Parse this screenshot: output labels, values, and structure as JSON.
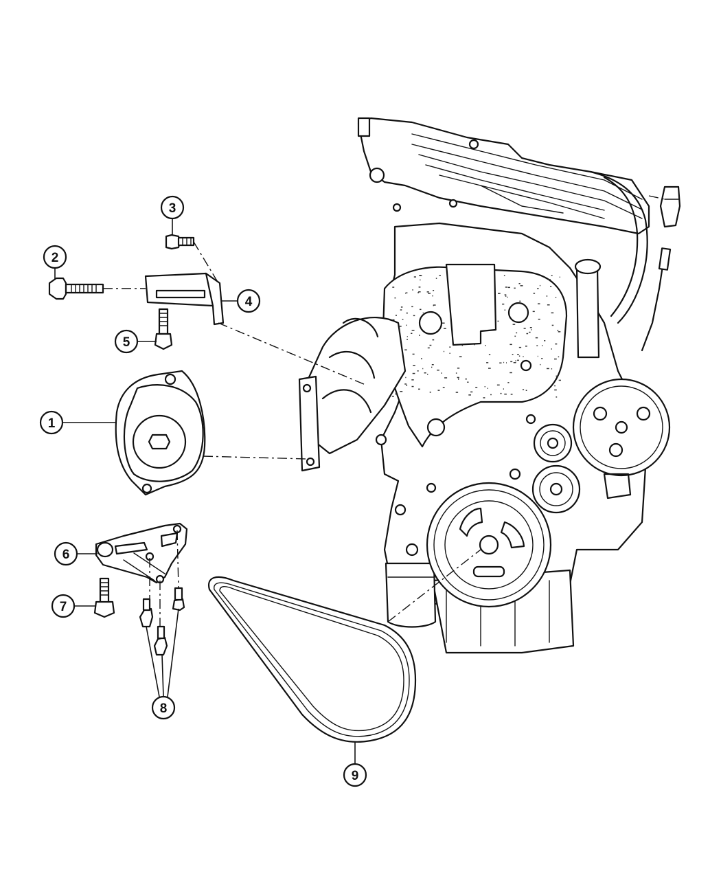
{
  "callouts": [
    {
      "id": "c1",
      "number": "1"
    },
    {
      "id": "c2",
      "number": "2"
    },
    {
      "id": "c3",
      "number": "3"
    },
    {
      "id": "c4",
      "number": "4"
    },
    {
      "id": "c5",
      "number": "5"
    },
    {
      "id": "c6",
      "number": "6"
    },
    {
      "id": "c7",
      "number": "7"
    },
    {
      "id": "c8",
      "number": "8"
    },
    {
      "id": "c9",
      "number": "9"
    }
  ]
}
